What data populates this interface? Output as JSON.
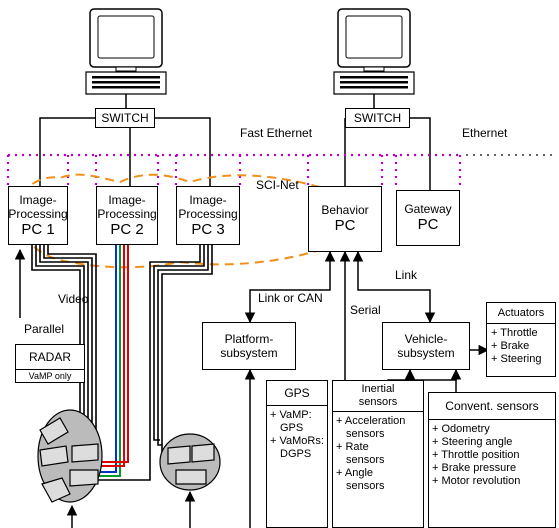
{
  "switches": {
    "left": "SWITCH",
    "right": "SWITCH"
  },
  "network": {
    "fast_ethernet": "Fast Ethernet",
    "ethernet": "Ethernet",
    "sci_net": "SCI-Net"
  },
  "pcs": [
    {
      "line1": "Image-",
      "line2": "Processing",
      "line3": "PC 1"
    },
    {
      "line1": "Image-",
      "line2": "Processing",
      "line3": "PC 2"
    },
    {
      "line1": "Image-",
      "line2": "Processing",
      "line3": "PC 3"
    }
  ],
  "behavior_pc": {
    "line1": "Behavior",
    "line2": "PC"
  },
  "gateway_pc": {
    "line1": "Gateway",
    "line2": "PC"
  },
  "links": {
    "video": "Video",
    "parallel": "Parallel",
    "link_or_can": "Link or CAN",
    "serial": "Serial",
    "link": "Link"
  },
  "radar": {
    "title": "RADAR",
    "note": "VaMP only"
  },
  "platform": {
    "line1": "Platform-",
    "line2": "subsystem"
  },
  "vehicle": {
    "line1": "Vehicle-",
    "line2": "subsystem"
  },
  "actuators": {
    "title": "Actuators",
    "items": [
      "+ Throttle",
      "+ Brake",
      "+ Steering"
    ]
  },
  "gps": {
    "title": "GPS",
    "items": [
      "+ VaMP:",
      "GPS",
      "+ VaMoRs:",
      "DGPS"
    ]
  },
  "inertial": {
    "title_line1": "Inertial",
    "title_line2": "sensors",
    "items": [
      "+ Acceleration",
      "sensors",
      "+ Rate",
      "sensors",
      "+ Angle",
      "sensors"
    ]
  },
  "convent": {
    "title": "Convent. sensors",
    "items": [
      "+ Odometry",
      "+ Steering angle",
      "+ Throttle position",
      "+ Brake pressure",
      "+ Motor revolution"
    ]
  }
}
